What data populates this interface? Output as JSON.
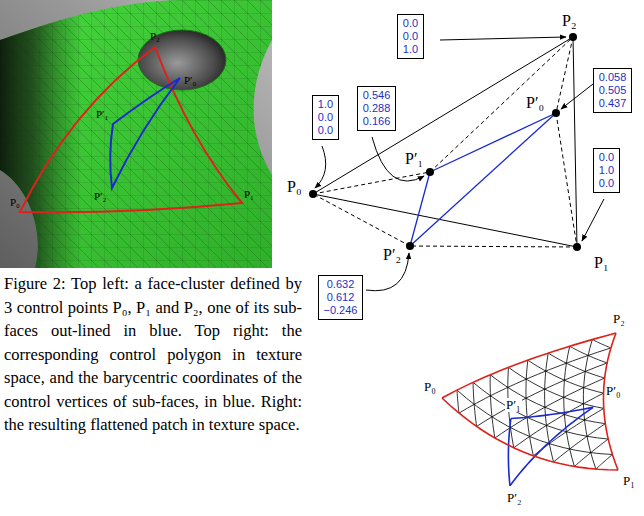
{
  "diagram": {
    "caption": "Figure 2: Top left: a face-cluster defined by 3 control points P₀, P₁ and P₂, one of its sub-faces out-lined in blue. Top right: the corresponding control polygon in texture space, and the barycentric coordinates of the control vertices of sub-faces, in blue. Right: the resulting flattened patch in texture space.",
    "nodes": [
      {
        "text": [
          "0.0",
          "0.0",
          "1.0"
        ]
      },
      {
        "text": [
          "0.058",
          "0.505",
          "0.437"
        ]
      },
      {
        "text": [
          "1.0",
          "0.0",
          "0.0"
        ]
      },
      {
        "text": [
          "0.546",
          "0.288",
          "0.166"
        ]
      },
      {
        "text": [
          "0.0",
          "1.0",
          "0.0"
        ]
      },
      {
        "text": [
          "0.632",
          "0.612",
          "−0.246"
        ]
      }
    ],
    "labels": [
      "P₂",
      "P′₀",
      "P′₁",
      "P₁",
      "P₀",
      "P′₂",
      "P₂",
      "P′₀",
      "P₀",
      "P′₁",
      "P₁",
      "P′₂",
      "P₂",
      "P′₁",
      "P′₀",
      "P₀",
      "P₁",
      "P′₂"
    ]
  }
}
